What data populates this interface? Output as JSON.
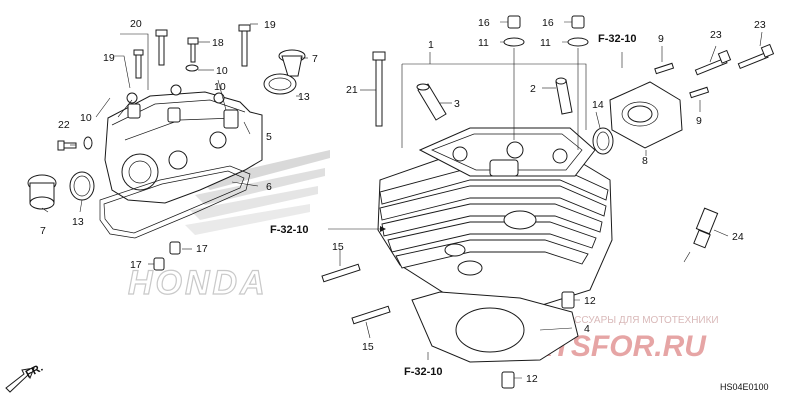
{
  "callouts": {
    "c1": "1",
    "c2": "2",
    "c3": "3",
    "c4": "4",
    "c5": "5",
    "c6": "6",
    "c7a": "7",
    "c7b": "7",
    "c8": "8",
    "c9a": "9",
    "c9b": "9",
    "c10a": "10",
    "c10b": "10",
    "c10c": "10",
    "c11a": "11",
    "c11b": "11",
    "c12a": "12",
    "c12b": "12",
    "c13a": "13",
    "c13b": "13",
    "c14": "14",
    "c15a": "15",
    "c15b": "15",
    "c16a": "16",
    "c16b": "16",
    "c17a": "17",
    "c17b": "17",
    "c18": "18",
    "c19a": "19",
    "c19b": "19",
    "c20": "20",
    "c21": "21",
    "c22": "22",
    "c23a": "23",
    "c23b": "23",
    "c24": "24"
  },
  "refs": {
    "ref_top": "F-32-10",
    "ref_left": "F-32-10",
    "ref_bottom": "F-32-10"
  },
  "direction": "FR.",
  "diagram_code": "HS04E0100",
  "logo_text": "HONDA",
  "watermark": {
    "line1": "ЗАПЧАСТИ И АКСЕССУАРЫ ДЛЯ МОТОТЕХНИКИ",
    "line2": "PARTSFOR.RU"
  }
}
